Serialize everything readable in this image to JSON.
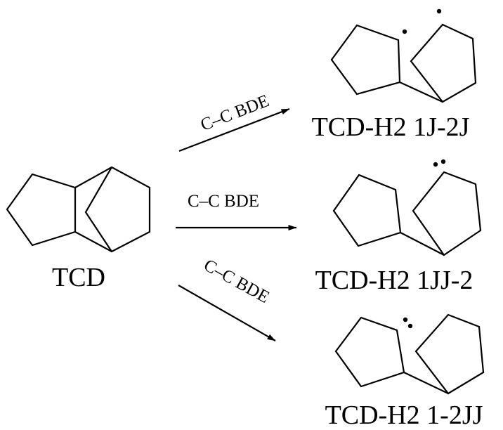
{
  "reactant": {
    "label": "TCD"
  },
  "reactions": [
    {
      "arrow_label": "C–C BDE",
      "product_label": "TCD-H2 1J-2J"
    },
    {
      "arrow_label": "C–C BDE",
      "product_label": "TCD-H2 1JJ-2"
    },
    {
      "arrow_label": "C–C BDE",
      "product_label": "TCD-H2 1-2JJ"
    }
  ]
}
